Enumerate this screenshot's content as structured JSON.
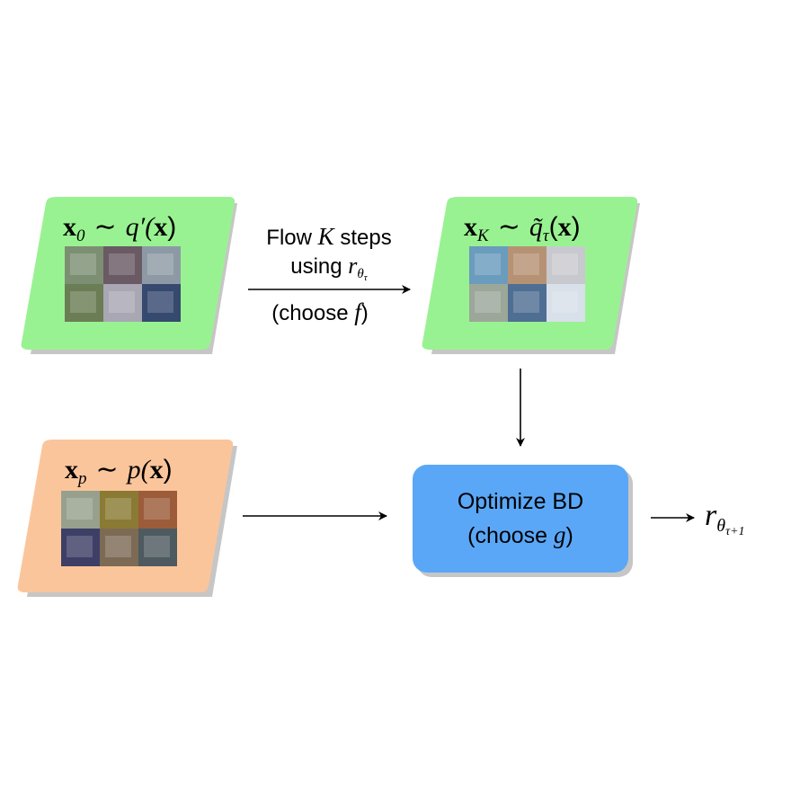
{
  "nodes": {
    "x0": {
      "lhs_main": "x",
      "lhs_sub": "0",
      "op": "∼",
      "rhs_fn": "q′(",
      "rhs_arg": "x",
      "rhs_close": ")",
      "fill": "#99f291",
      "shadow": "#c6c6c6",
      "thumbs": [
        "#7d8f73",
        "#6a5a63",
        "#8d9aa5",
        "#6b7d55",
        "#a9a7b3",
        "#36496f"
      ]
    },
    "xK": {
      "lhs_main": "x",
      "lhs_sub": "K",
      "op": "∼",
      "rhs_fn": "q̃",
      "rhs_fn_sub": "τ",
      "rhs_open": "(",
      "rhs_arg": "x",
      "rhs_close": ")",
      "fill": "#99f291",
      "shadow": "#c6c6c6",
      "thumbs": [
        "#6a9cbd",
        "#b69274",
        "#c8c9cf",
        "#9ca79a",
        "#4f6e93",
        "#d8e0ea"
      ]
    },
    "xp": {
      "lhs_main": "x",
      "lhs_sub": "p",
      "op": "∼",
      "rhs_fn": "p(",
      "rhs_arg": "x",
      "rhs_close": ")",
      "fill": "#fbc59b",
      "shadow": "#c6c6c6",
      "thumbs": [
        "#97a08c",
        "#8a7a33",
        "#9c5c3a",
        "#3d3f66",
        "#7d6a55",
        "#4d5a60"
      ]
    },
    "optimize": {
      "line1": "Optimize BD",
      "line2_prefix": "(choose ",
      "line2_var": "g",
      "line2_suffix": ")",
      "fill": "#5aa7f7"
    }
  },
  "edges": {
    "flow": {
      "line1_prefix": "Flow ",
      "line1_var": "K",
      "line1_suffix": " steps",
      "line2_prefix": "using ",
      "line2_var": "r",
      "line2_sub": "θ",
      "line2_subsub": "τ",
      "line3_prefix": "(choose ",
      "line3_var": "f",
      "line3_suffix": ")"
    },
    "output": {
      "var": "r",
      "sub": "θ",
      "subsub": "τ+1"
    }
  }
}
